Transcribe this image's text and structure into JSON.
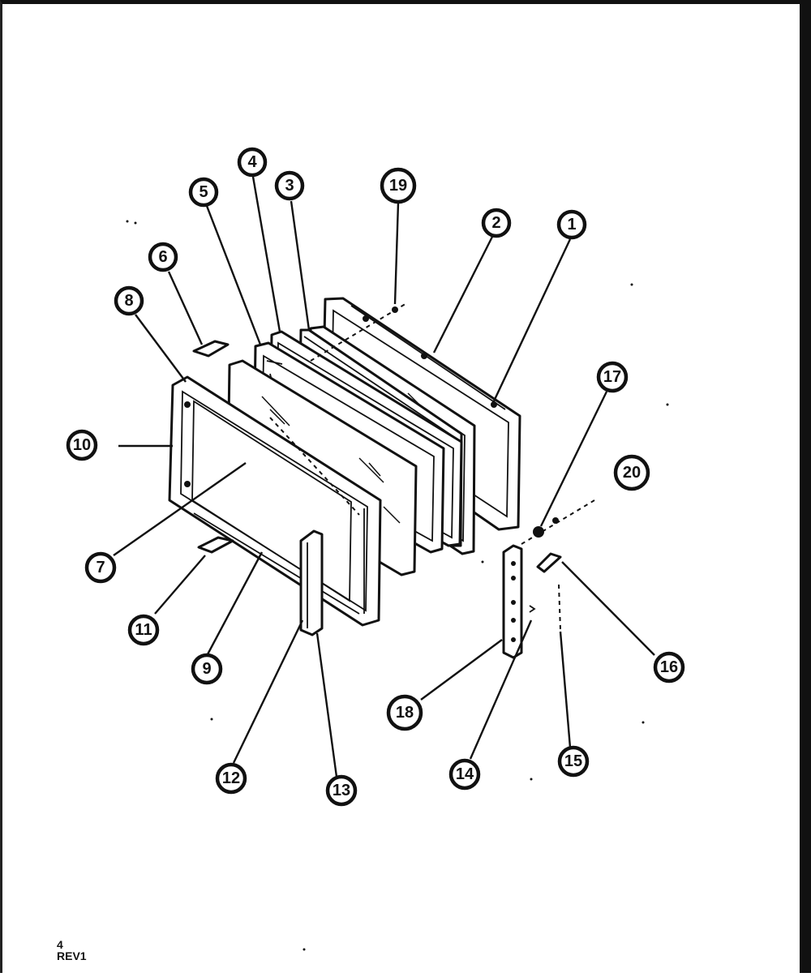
{
  "diagram": {
    "callouts": [
      {
        "id": "c1",
        "label": "1"
      },
      {
        "id": "c2",
        "label": "2"
      },
      {
        "id": "c3",
        "label": "3"
      },
      {
        "id": "c4",
        "label": "4"
      },
      {
        "id": "c5",
        "label": "5"
      },
      {
        "id": "c6",
        "label": "6"
      },
      {
        "id": "c7",
        "label": "7"
      },
      {
        "id": "c8",
        "label": "8"
      },
      {
        "id": "c9",
        "label": "9"
      },
      {
        "id": "c10",
        "label": "10"
      },
      {
        "id": "c11",
        "label": "11"
      },
      {
        "id": "c12",
        "label": "12"
      },
      {
        "id": "c13",
        "label": "13"
      },
      {
        "id": "c14",
        "label": "14"
      },
      {
        "id": "c15",
        "label": "15"
      },
      {
        "id": "c16",
        "label": "16"
      },
      {
        "id": "c17",
        "label": "17"
      },
      {
        "id": "c18",
        "label": "18"
      },
      {
        "id": "c19",
        "label": "19"
      },
      {
        "id": "c20",
        "label": "20"
      }
    ]
  },
  "footer": {
    "page_number": "4",
    "revision": "REV1"
  }
}
